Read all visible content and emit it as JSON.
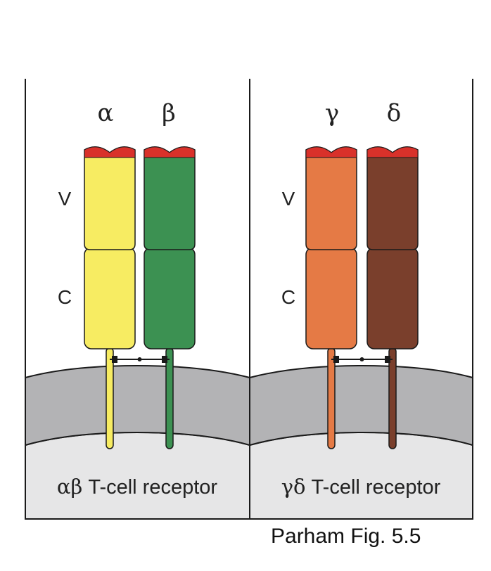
{
  "figure": {
    "caption": "Parham Fig. 5.5",
    "colors": {
      "membrane": "#b3b3b5",
      "cytoplasm": "#e6e6e7",
      "binding_site": "#d9312a",
      "outline": "#1a1a1a",
      "background": "#ffffff"
    },
    "panels": [
      {
        "id": "ab",
        "caption_greek": "αβ",
        "caption_text": " T-cell receptor",
        "domain_labels": {
          "v": "V",
          "c": "C"
        },
        "chains": [
          {
            "label": "α",
            "color": "#f7ec62",
            "stem_color": "#f7ec62"
          },
          {
            "label": "β",
            "color": "#3c9152",
            "stem_color": "#3c9152"
          }
        ]
      },
      {
        "id": "gd",
        "caption_greek": "γδ",
        "caption_text": " T-cell receptor",
        "domain_labels": {
          "v": "V",
          "c": "C"
        },
        "chains": [
          {
            "label": "γ",
            "color": "#e57a45",
            "stem_color": "#e57a45"
          },
          {
            "label": "δ",
            "color": "#7a3f2c",
            "stem_color": "#7a3f2c"
          }
        ]
      }
    ]
  }
}
